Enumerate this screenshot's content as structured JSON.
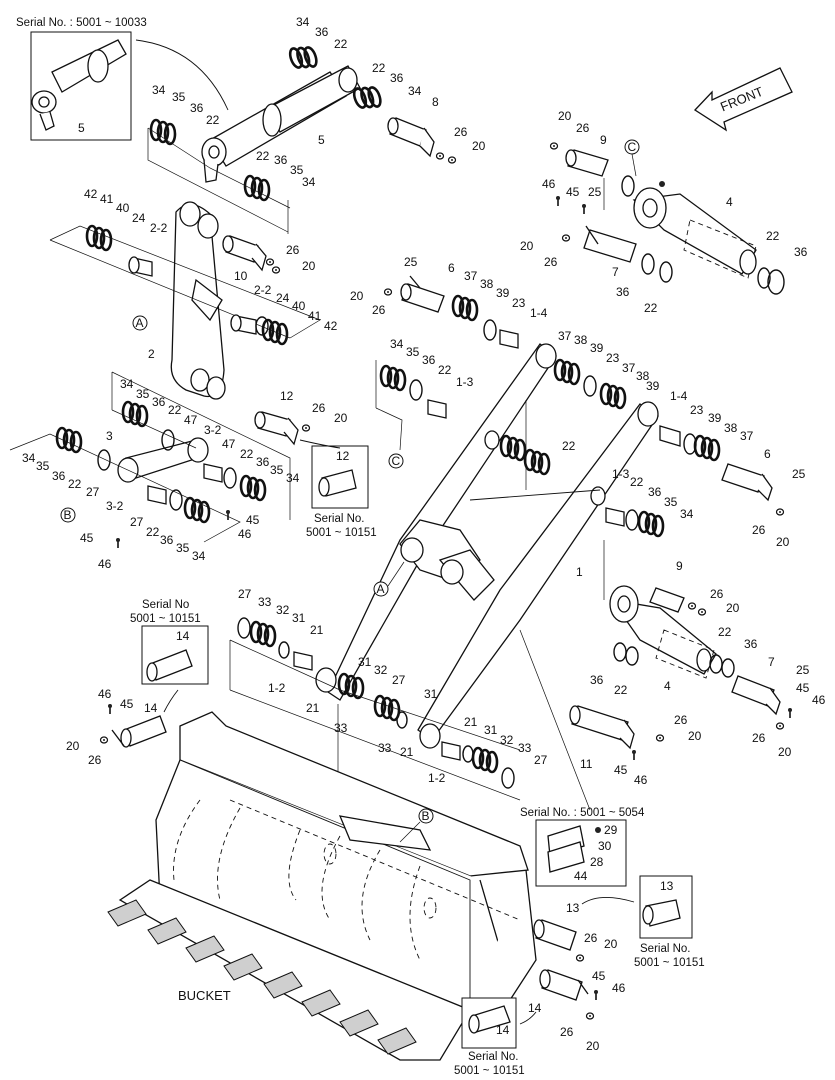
{
  "diagram": {
    "front_label": "FRONT",
    "bucket_label": "BUCKET",
    "serial_prefix": "Serial No.",
    "inset_top": {
      "text": "Serial No. : 5001 ~ 10033",
      "part": "5"
    },
    "inset_12": {
      "part": "12",
      "serial_line1": "Serial No.",
      "serial_line2": "5001 ~ 10151"
    },
    "inset_14_left": {
      "part": "14",
      "serial_line1": "Serial No",
      "serial_line2": "5001 ~ 10151"
    },
    "inset_28": {
      "text": "Serial No. : 5001 ~ 5054",
      "parts": [
        "29",
        "30",
        "28",
        "44"
      ]
    },
    "inset_13": {
      "part": "13",
      "serial_line1": "Serial No.",
      "serial_line2": "5001 ~ 10151"
    },
    "inset_14_bottom": {
      "part": "14",
      "serial_line1": "Serial No.",
      "serial_line2": "5001 ~ 10151"
    },
    "ref_markers": [
      "A",
      "B",
      "C"
    ],
    "callouts": [
      {
        "id": "c1",
        "t": "34"
      },
      {
        "id": "c2",
        "t": "36"
      },
      {
        "id": "c3",
        "t": "22"
      },
      {
        "id": "c4",
        "t": "22"
      },
      {
        "id": "c5",
        "t": "36"
      },
      {
        "id": "c6",
        "t": "34"
      },
      {
        "id": "c7",
        "t": "8"
      },
      {
        "id": "c8",
        "t": "26"
      },
      {
        "id": "c9",
        "t": "20"
      },
      {
        "id": "c10",
        "t": "34"
      },
      {
        "id": "c11",
        "t": "35"
      },
      {
        "id": "c12",
        "t": "36"
      },
      {
        "id": "c13",
        "t": "22"
      },
      {
        "id": "c14",
        "t": "5"
      },
      {
        "id": "c15",
        "t": "22"
      },
      {
        "id": "c16",
        "t": "36"
      },
      {
        "id": "c17",
        "t": "35"
      },
      {
        "id": "c18",
        "t": "34"
      },
      {
        "id": "c19",
        "t": "42"
      },
      {
        "id": "c20",
        "t": "41"
      },
      {
        "id": "c21",
        "t": "40"
      },
      {
        "id": "c22",
        "t": "24"
      },
      {
        "id": "c23",
        "t": "2-2"
      },
      {
        "id": "c24",
        "t": "26"
      },
      {
        "id": "c25",
        "t": "20"
      },
      {
        "id": "c26",
        "t": "10"
      },
      {
        "id": "c27",
        "t": "2-2"
      },
      {
        "id": "c28",
        "t": "24"
      },
      {
        "id": "c29",
        "t": "40"
      },
      {
        "id": "c30",
        "t": "41"
      },
      {
        "id": "c31",
        "t": "42"
      },
      {
        "id": "c32",
        "t": "2"
      },
      {
        "id": "c33",
        "t": "20"
      },
      {
        "id": "c34",
        "t": "26"
      },
      {
        "id": "c35",
        "t": "9"
      },
      {
        "id": "c36",
        "t": "46"
      },
      {
        "id": "c37",
        "t": "45"
      },
      {
        "id": "c38",
        "t": "25"
      },
      {
        "id": "c39",
        "t": "4"
      },
      {
        "id": "c40",
        "t": "20"
      },
      {
        "id": "c41",
        "t": "26"
      },
      {
        "id": "c42",
        "t": "7"
      },
      {
        "id": "c43",
        "t": "22"
      },
      {
        "id": "c44",
        "t": "36"
      },
      {
        "id": "c45",
        "t": "36"
      },
      {
        "id": "c46",
        "t": "22"
      },
      {
        "id": "c47",
        "t": "25"
      },
      {
        "id": "c48",
        "t": "6"
      },
      {
        "id": "c49",
        "t": "20"
      },
      {
        "id": "c50",
        "t": "26"
      },
      {
        "id": "c51",
        "t": "37"
      },
      {
        "id": "c52",
        "t": "38"
      },
      {
        "id": "c53",
        "t": "39"
      },
      {
        "id": "c54",
        "t": "23"
      },
      {
        "id": "c55",
        "t": "1-4"
      },
      {
        "id": "c56",
        "t": "34"
      },
      {
        "id": "c57",
        "t": "35"
      },
      {
        "id": "c58",
        "t": "36"
      },
      {
        "id": "c59",
        "t": "22"
      },
      {
        "id": "c60",
        "t": "1-3"
      },
      {
        "id": "c61",
        "t": "37"
      },
      {
        "id": "c62",
        "t": "38"
      },
      {
        "id": "c63",
        "t": "39"
      },
      {
        "id": "c64",
        "t": "23"
      },
      {
        "id": "c65",
        "t": "37"
      },
      {
        "id": "c66",
        "t": "38"
      },
      {
        "id": "c67",
        "t": "39"
      },
      {
        "id": "c68",
        "t": "12"
      },
      {
        "id": "c69",
        "t": "26"
      },
      {
        "id": "c70",
        "t": "20"
      },
      {
        "id": "c71",
        "t": "34"
      },
      {
        "id": "c72",
        "t": "35"
      },
      {
        "id": "c73",
        "t": "36"
      },
      {
        "id": "c74",
        "t": "22"
      },
      {
        "id": "c75",
        "t": "47"
      },
      {
        "id": "c76",
        "t": "3-2"
      },
      {
        "id": "c77",
        "t": "3"
      },
      {
        "id": "c78",
        "t": "47"
      },
      {
        "id": "c79",
        "t": "22"
      },
      {
        "id": "c80",
        "t": "36"
      },
      {
        "id": "c81",
        "t": "35"
      },
      {
        "id": "c82",
        "t": "34"
      },
      {
        "id": "c83",
        "t": "34"
      },
      {
        "id": "c84",
        "t": "35"
      },
      {
        "id": "c85",
        "t": "36"
      },
      {
        "id": "c86",
        "t": "22"
      },
      {
        "id": "c87",
        "t": "27"
      },
      {
        "id": "c88",
        "t": "45"
      },
      {
        "id": "c89",
        "t": "46"
      },
      {
        "id": "c90",
        "t": "3-2"
      },
      {
        "id": "c91",
        "t": "27"
      },
      {
        "id": "c92",
        "t": "22"
      },
      {
        "id": "c93",
        "t": "36"
      },
      {
        "id": "c94",
        "t": "35"
      },
      {
        "id": "c95",
        "t": "34"
      },
      {
        "id": "c96",
        "t": "45"
      },
      {
        "id": "c97",
        "t": "46"
      },
      {
        "id": "c98",
        "t": "22"
      },
      {
        "id": "c99",
        "t": "1-4"
      },
      {
        "id": "c100",
        "t": "23"
      },
      {
        "id": "c101",
        "t": "39"
      },
      {
        "id": "c102",
        "t": "38"
      },
      {
        "id": "c103",
        "t": "37"
      },
      {
        "id": "c104",
        "t": "6"
      },
      {
        "id": "c105",
        "t": "25"
      },
      {
        "id": "c106",
        "t": "1-3"
      },
      {
        "id": "c107",
        "t": "22"
      },
      {
        "id": "c108",
        "t": "36"
      },
      {
        "id": "c109",
        "t": "35"
      },
      {
        "id": "c110",
        "t": "34"
      },
      {
        "id": "c111",
        "t": "26"
      },
      {
        "id": "c112",
        "t": "20"
      },
      {
        "id": "c113",
        "t": "1"
      },
      {
        "id": "c114",
        "t": "9"
      },
      {
        "id": "c115",
        "t": "26"
      },
      {
        "id": "c116",
        "t": "20"
      },
      {
        "id": "c117",
        "t": "22"
      },
      {
        "id": "c118",
        "t": "36"
      },
      {
        "id": "c119",
        "t": "36"
      },
      {
        "id": "c120",
        "t": "22"
      },
      {
        "id": "c121",
        "t": "4"
      },
      {
        "id": "c122",
        "t": "7"
      },
      {
        "id": "c123",
        "t": "25"
      },
      {
        "id": "c124",
        "t": "45"
      },
      {
        "id": "c125",
        "t": "46"
      },
      {
        "id": "c126",
        "t": "26"
      },
      {
        "id": "c127",
        "t": "20"
      },
      {
        "id": "c128",
        "t": "27"
      },
      {
        "id": "c129",
        "t": "33"
      },
      {
        "id": "c130",
        "t": "32"
      },
      {
        "id": "c131",
        "t": "31"
      },
      {
        "id": "c132",
        "t": "21"
      },
      {
        "id": "c133",
        "t": "1-2"
      },
      {
        "id": "c134",
        "t": "31"
      },
      {
        "id": "c135",
        "t": "32"
      },
      {
        "id": "c136",
        "t": "27"
      },
      {
        "id": "c137",
        "t": "31"
      },
      {
        "id": "c138",
        "t": "21"
      },
      {
        "id": "c139",
        "t": "33"
      },
      {
        "id": "c140",
        "t": "33"
      },
      {
        "id": "c141",
        "t": "21"
      },
      {
        "id": "c142",
        "t": "21"
      },
      {
        "id": "c143",
        "t": "31"
      },
      {
        "id": "c144",
        "t": "32"
      },
      {
        "id": "c145",
        "t": "33"
      },
      {
        "id": "c146",
        "t": "27"
      },
      {
        "id": "c147",
        "t": "1-2"
      },
      {
        "id": "c148",
        "t": "11"
      },
      {
        "id": "c149",
        "t": "26"
      },
      {
        "id": "c150",
        "t": "20"
      },
      {
        "id": "c151",
        "t": "45"
      },
      {
        "id": "c152",
        "t": "46"
      },
      {
        "id": "c153",
        "t": "46"
      },
      {
        "id": "c154",
        "t": "45"
      },
      {
        "id": "c155",
        "t": "14"
      },
      {
        "id": "c156",
        "t": "20"
      },
      {
        "id": "c157",
        "t": "26"
      },
      {
        "id": "c158",
        "t": "13"
      },
      {
        "id": "c159",
        "t": "26"
      },
      {
        "id": "c160",
        "t": "20"
      },
      {
        "id": "c161",
        "t": "45"
      },
      {
        "id": "c162",
        "t": "46"
      },
      {
        "id": "c163",
        "t": "14"
      },
      {
        "id": "c164",
        "t": "26"
      },
      {
        "id": "c165",
        "t": "20"
      }
    ]
  }
}
